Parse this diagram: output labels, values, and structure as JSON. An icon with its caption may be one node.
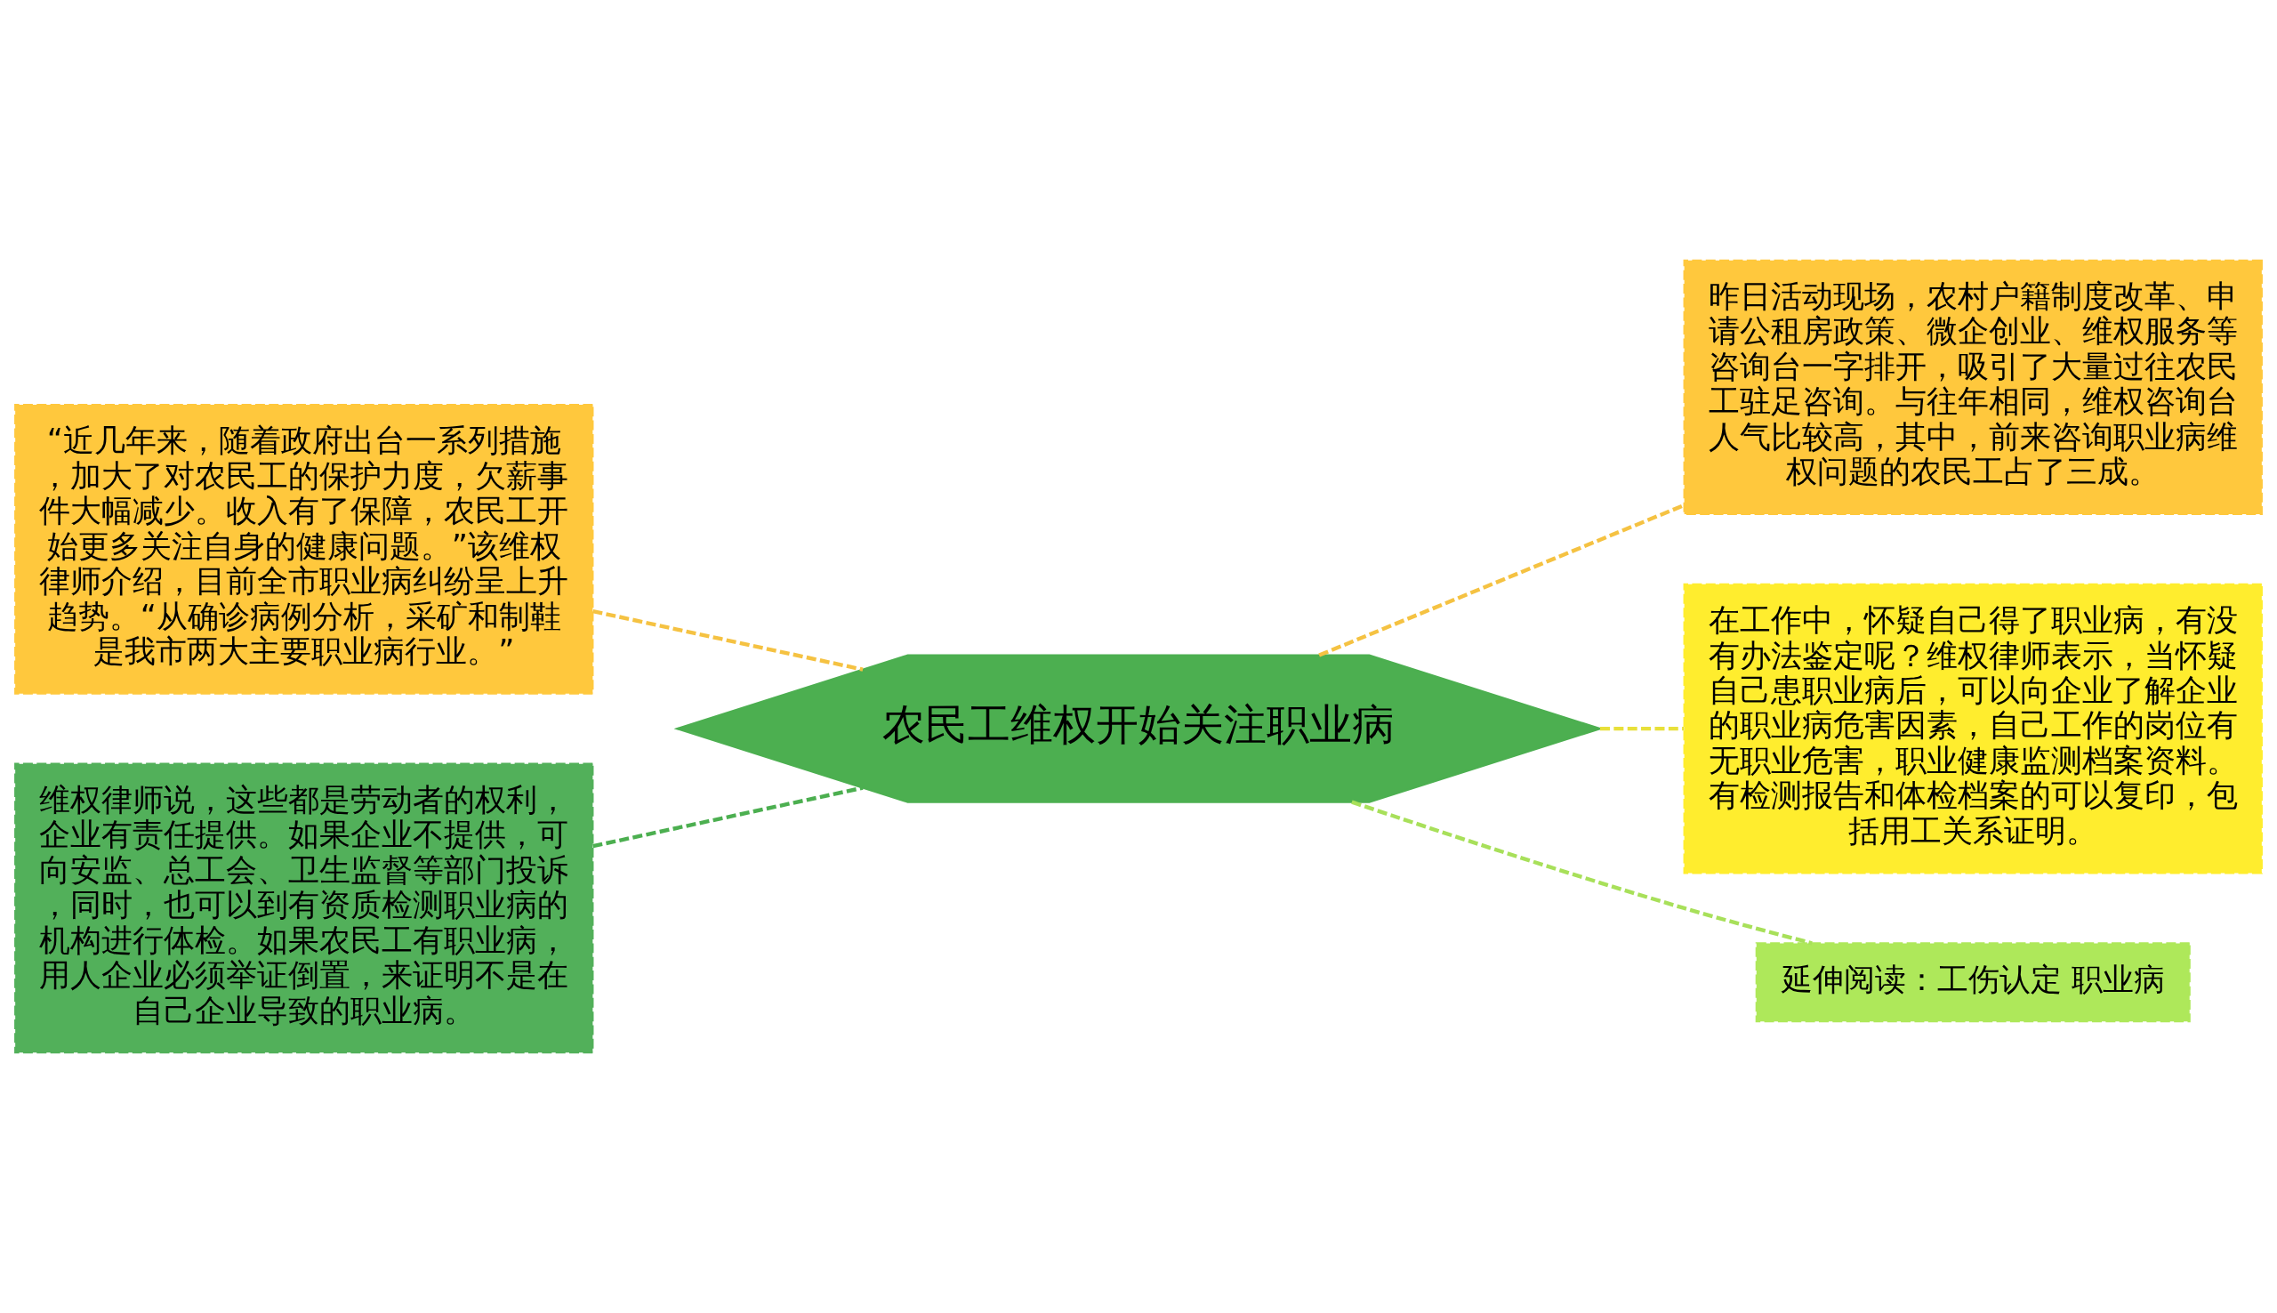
{
  "diagram": {
    "nodes": [
      {
        "text": [
          "农民工维权开始关注职业病"
        ]
      },
      {
        "text": [
          "“近几年来，随着政府出台一系列措施，加大了对农民工的保护力度，欠薪事件大幅减少。收入有了保障，农民工开始更多关注自身的健康问题。”该维权律师介绍，目前全市职业病纠纷呈上升趋势。“从确诊病例分析，采矿和制鞋是我市两大主要职业病行业。”"
        ]
      },
      {
        "text": [
          "维权律师说，这些都是劳动者的权利，企业有责任提供。如果企业不提供，可向安监、总工会、卫生监督等部门投诉，同时，也可以到有资质检测职业病的机构进行体检。如果农民工有职业病，用人企业必须举证倒置，来证明不是在自己企业导致的职业病。"
        ]
      },
      {
        "text": [
          "昨日活动现场，农村户籍制度改革、申请公租房政策、微企创业、维权服务等咨询台一字排开，吸引了大量过往农民工驻足咨询。与往年相同，维权咨询台人气比较高，其中，前来咨询职业病维权问题的农民工占了三成。"
        ]
      },
      {
        "text": [
          "在工作中，怀疑自己得了职业病，有没有办法鉴定呢？维权律师表示，当怀疑自己患职业病后，可以向企业了解企业的职业病危害因素，自己工作的岗位有无职业危害，职业健康监测档案资料。有检测报告和体检档案的可以复印，包括用工关系证明。"
        ]
      },
      {
        "text": [
          "延伸阅读：工伤认定 职业病"
        ]
      }
    ],
    "edges": [
      {
        "from": 0,
        "to": 1,
        "arrow": "none",
        "style": "dashed",
        "color": "#f5c242"
      },
      {
        "from": 0,
        "to": 2,
        "arrow": "none",
        "style": "dashed",
        "color": "#4caf50"
      },
      {
        "from": 0,
        "to": 3,
        "arrow": "none",
        "style": "dashed",
        "color": "#f5c242"
      },
      {
        "from": 0,
        "to": 4,
        "arrow": "none",
        "style": "dashed",
        "color": "#e8e03a"
      },
      {
        "from": 0,
        "to": 5,
        "arrow": "none",
        "style": "dashed",
        "color": "#a8e05a"
      }
    ]
  }
}
